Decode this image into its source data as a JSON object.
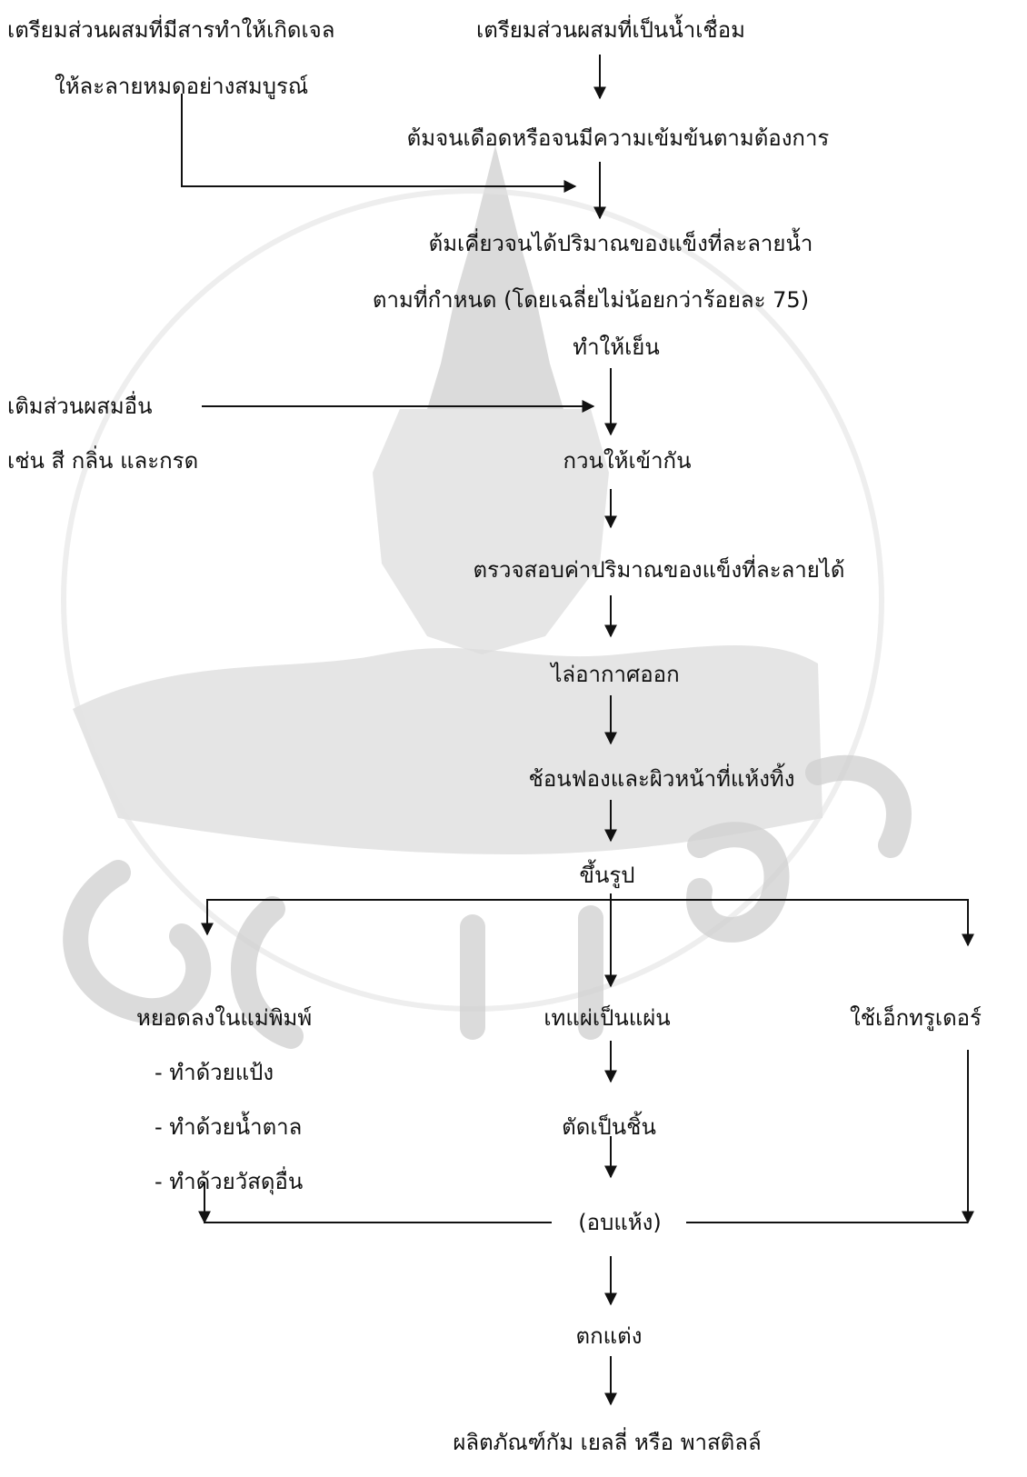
{
  "colors": {
    "text": "#111111",
    "line": "#111111",
    "watermark": "#d3d3d3",
    "background": "#ffffff"
  },
  "watermark": {
    "icon": "university-seal-watermark"
  },
  "steps": {
    "prep_gel": "เตรียมส่วนผสมที่มีสารทำให้เกิดเจล",
    "dissolve": "ให้ละลายหมดอย่างสมบูรณ์",
    "prep_syrup": "เตรียมส่วนผสมที่เป็นน้ำเชื่อม",
    "boil": "ต้มจนเดือดหรือจนมีความเข้มข้นตามต้องการ",
    "cook_line1": "ต้มเคี่ยวจนได้ปริมาณของแข็งที่ละลายน้ำ",
    "cook_line2": "ตามที่กำหนด (โดยเฉลี่ยไม่น้อยกว่าร้อยละ 75)",
    "cool": "ทำให้เย็น",
    "add_line1": "เติมส่วนผสมอื่น",
    "add_line2": "เช่น สี กลิ่น และกรด",
    "mix": "กวนให้เข้ากัน",
    "check": "ตรวจสอบค่าปริมาณของแข็งที่ละลายได้",
    "deaerate": "ไล่อากาศออก",
    "skim": "ช้อนฟองและผิวหน้าที่แห้งทิ้ง",
    "form": "ขึ้นรูป",
    "mold": "หยอดลงในแม่พิมพ์",
    "mold_opt1": "- ทำด้วยแป้ง",
    "mold_opt2": "- ทำด้วยน้ำตาล",
    "mold_opt3": "- ทำด้วยวัสดุอื่น",
    "slab": "เทแผ่เป็นแผ่น",
    "extruder": "ใช้เอ็กทรูเดอร์",
    "cut": "ตัดเป็นชิ้น",
    "dry": "(อบแห้ง)",
    "decorate": "ตกแต่ง",
    "product": "ผลิตภัณฑ์กัม เยลลี่ หรือ พาสติลล์"
  }
}
